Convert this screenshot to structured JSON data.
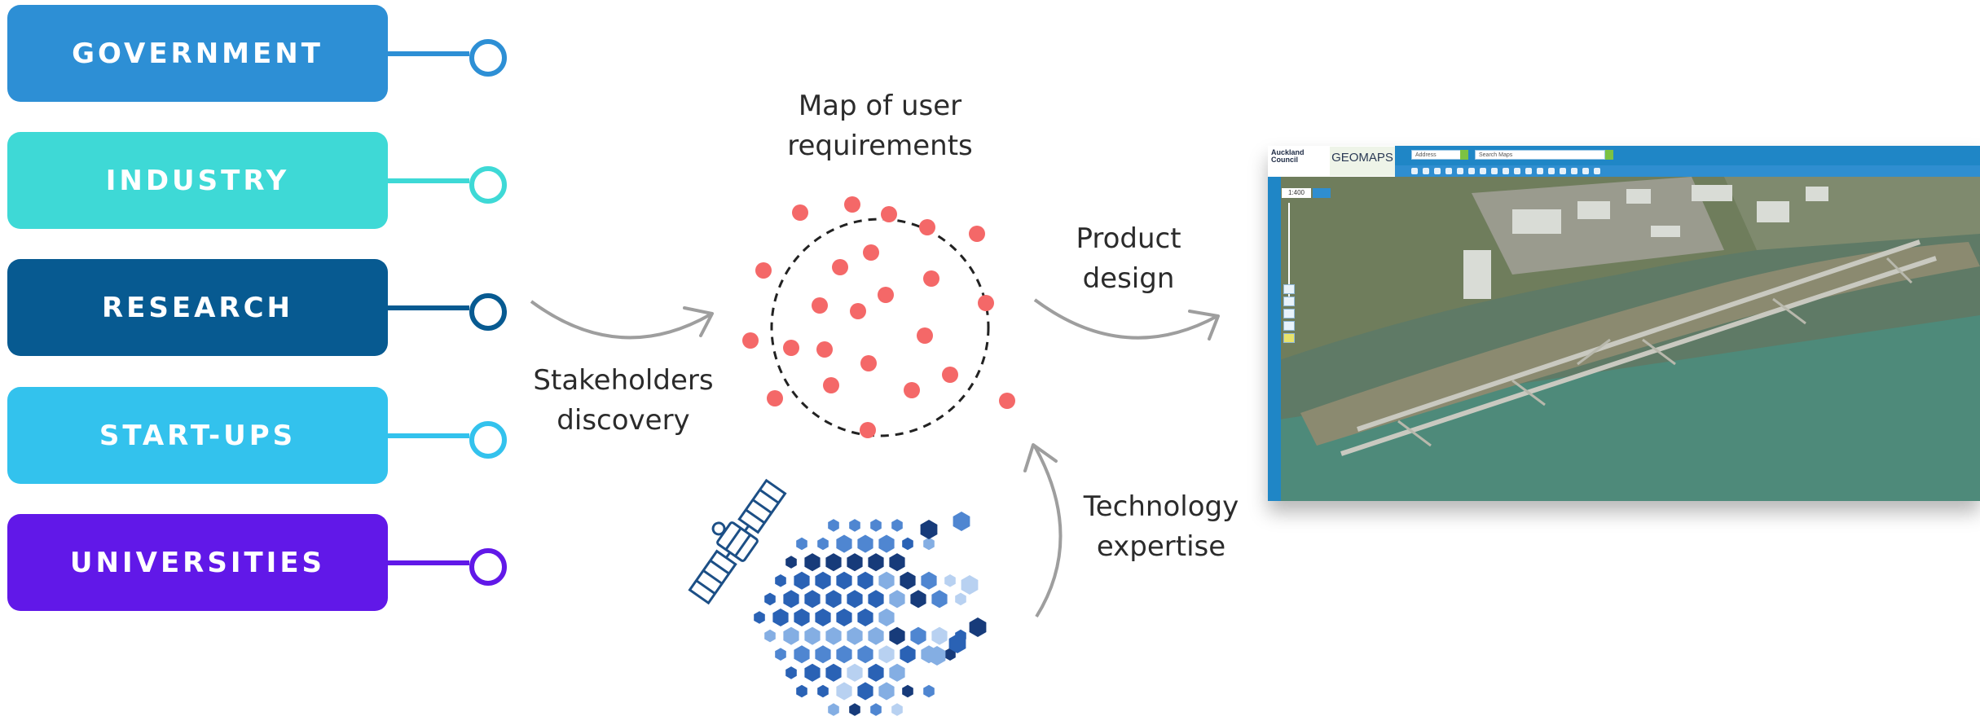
{
  "stakeholders": [
    {
      "label": "GOVERNMENT",
      "color": "#2d8fd5",
      "node_color": "#2d8fd5"
    },
    {
      "label": "INDUSTRY",
      "color": "#3ed9d6",
      "node_color": "#3ed9d6"
    },
    {
      "label": "RESEARCH",
      "color": "#075a91",
      "node_color": "#075a91"
    },
    {
      "label": "START-UPS",
      "color": "#33c2ed",
      "node_color": "#33c2ed"
    },
    {
      "label": "UNIVERSITIES",
      "color": "#6118e8",
      "node_color": "#6118e8"
    }
  ],
  "labels": {
    "map_of_requirements": [
      "Map of user",
      "requirements"
    ],
    "stakeholders_discovery": [
      "Stakeholders",
      "discovery"
    ],
    "product_design": [
      "Product",
      "design"
    ],
    "technology_expertise": [
      "Technology",
      "expertise"
    ]
  },
  "geomaps": {
    "org_logo": [
      "Auckland",
      "Council"
    ],
    "brand": "GEOMAPS",
    "address_placeholder": "Address",
    "search_placeholder": "Search Maps",
    "scale_value": "1:400"
  },
  "colors": {
    "requirement_dot": "#f46868",
    "arrow": "#9e9e9e",
    "hex_palette": [
      "#173b7a",
      "#2a62b5",
      "#4f86d1",
      "#84aee3",
      "#b8d1f1"
    ],
    "satellite": "#1c4f86"
  },
  "icons": [
    "satellite-icon",
    "hexagon-globe-icon"
  ]
}
